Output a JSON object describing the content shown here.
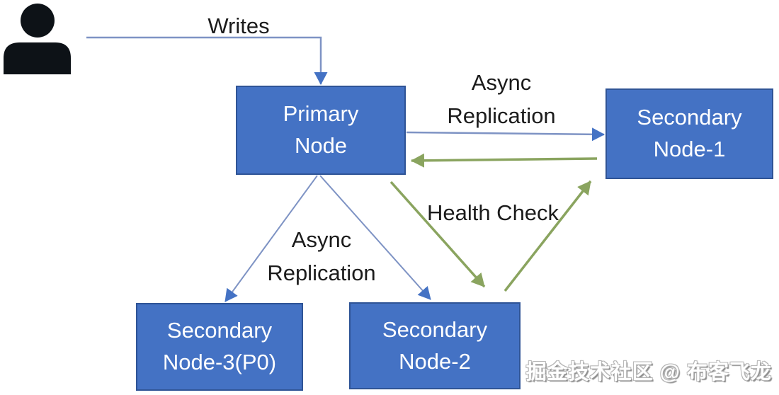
{
  "diagram": {
    "type": "replication-topology-diagram",
    "nodes": [
      {
        "id": "user",
        "kind": "person-icon",
        "label": ""
      },
      {
        "id": "primary",
        "kind": "box",
        "label": "Primary Node"
      },
      {
        "id": "secondary1",
        "kind": "box",
        "label": "Secondary Node-1"
      },
      {
        "id": "secondary2",
        "kind": "box",
        "label": "Secondary Node-2"
      },
      {
        "id": "secondary3",
        "kind": "box",
        "label": "Secondary Node-3(P0)"
      }
    ],
    "edge_labels": {
      "writes": "Writes",
      "async_replication_top": "Async Replication",
      "async_replication_bottom": "Async Replication",
      "health_check": "Health Check"
    },
    "edges": [
      {
        "from": "user",
        "to": "primary",
        "label_key": "writes",
        "style": "blue-thin"
      },
      {
        "from": "primary",
        "to": "secondary1",
        "label_key": "async_replication_top",
        "style": "blue-thin"
      },
      {
        "from": "secondary1",
        "to": "primary",
        "label_key": "health_check",
        "style": "green"
      },
      {
        "from": "primary",
        "to": "secondary3",
        "label_key": "async_replication_bottom",
        "style": "blue-thin"
      },
      {
        "from": "primary",
        "to": "secondary2",
        "label_key": "async_replication_bottom",
        "style": "blue-thin"
      },
      {
        "from": "primary",
        "to": "secondary2",
        "label_key": "health_check",
        "style": "green"
      },
      {
        "from": "secondary2",
        "to": "secondary1",
        "label_key": "health_check",
        "style": "green"
      }
    ],
    "colors": {
      "node_fill": "#4472C4",
      "node_border": "#2F5496",
      "connector_blue_line": "#7E93C4",
      "arrowhead_blue": "#4472C4",
      "arrow_green": "#8AA45F",
      "label_text": "#1B1B1B",
      "node_text": "#FFFFFF",
      "person_icon": "#0D1217",
      "watermark_text": "#FFFFFF"
    },
    "watermark": "掘金技术社区 @ 布客飞龙"
  }
}
